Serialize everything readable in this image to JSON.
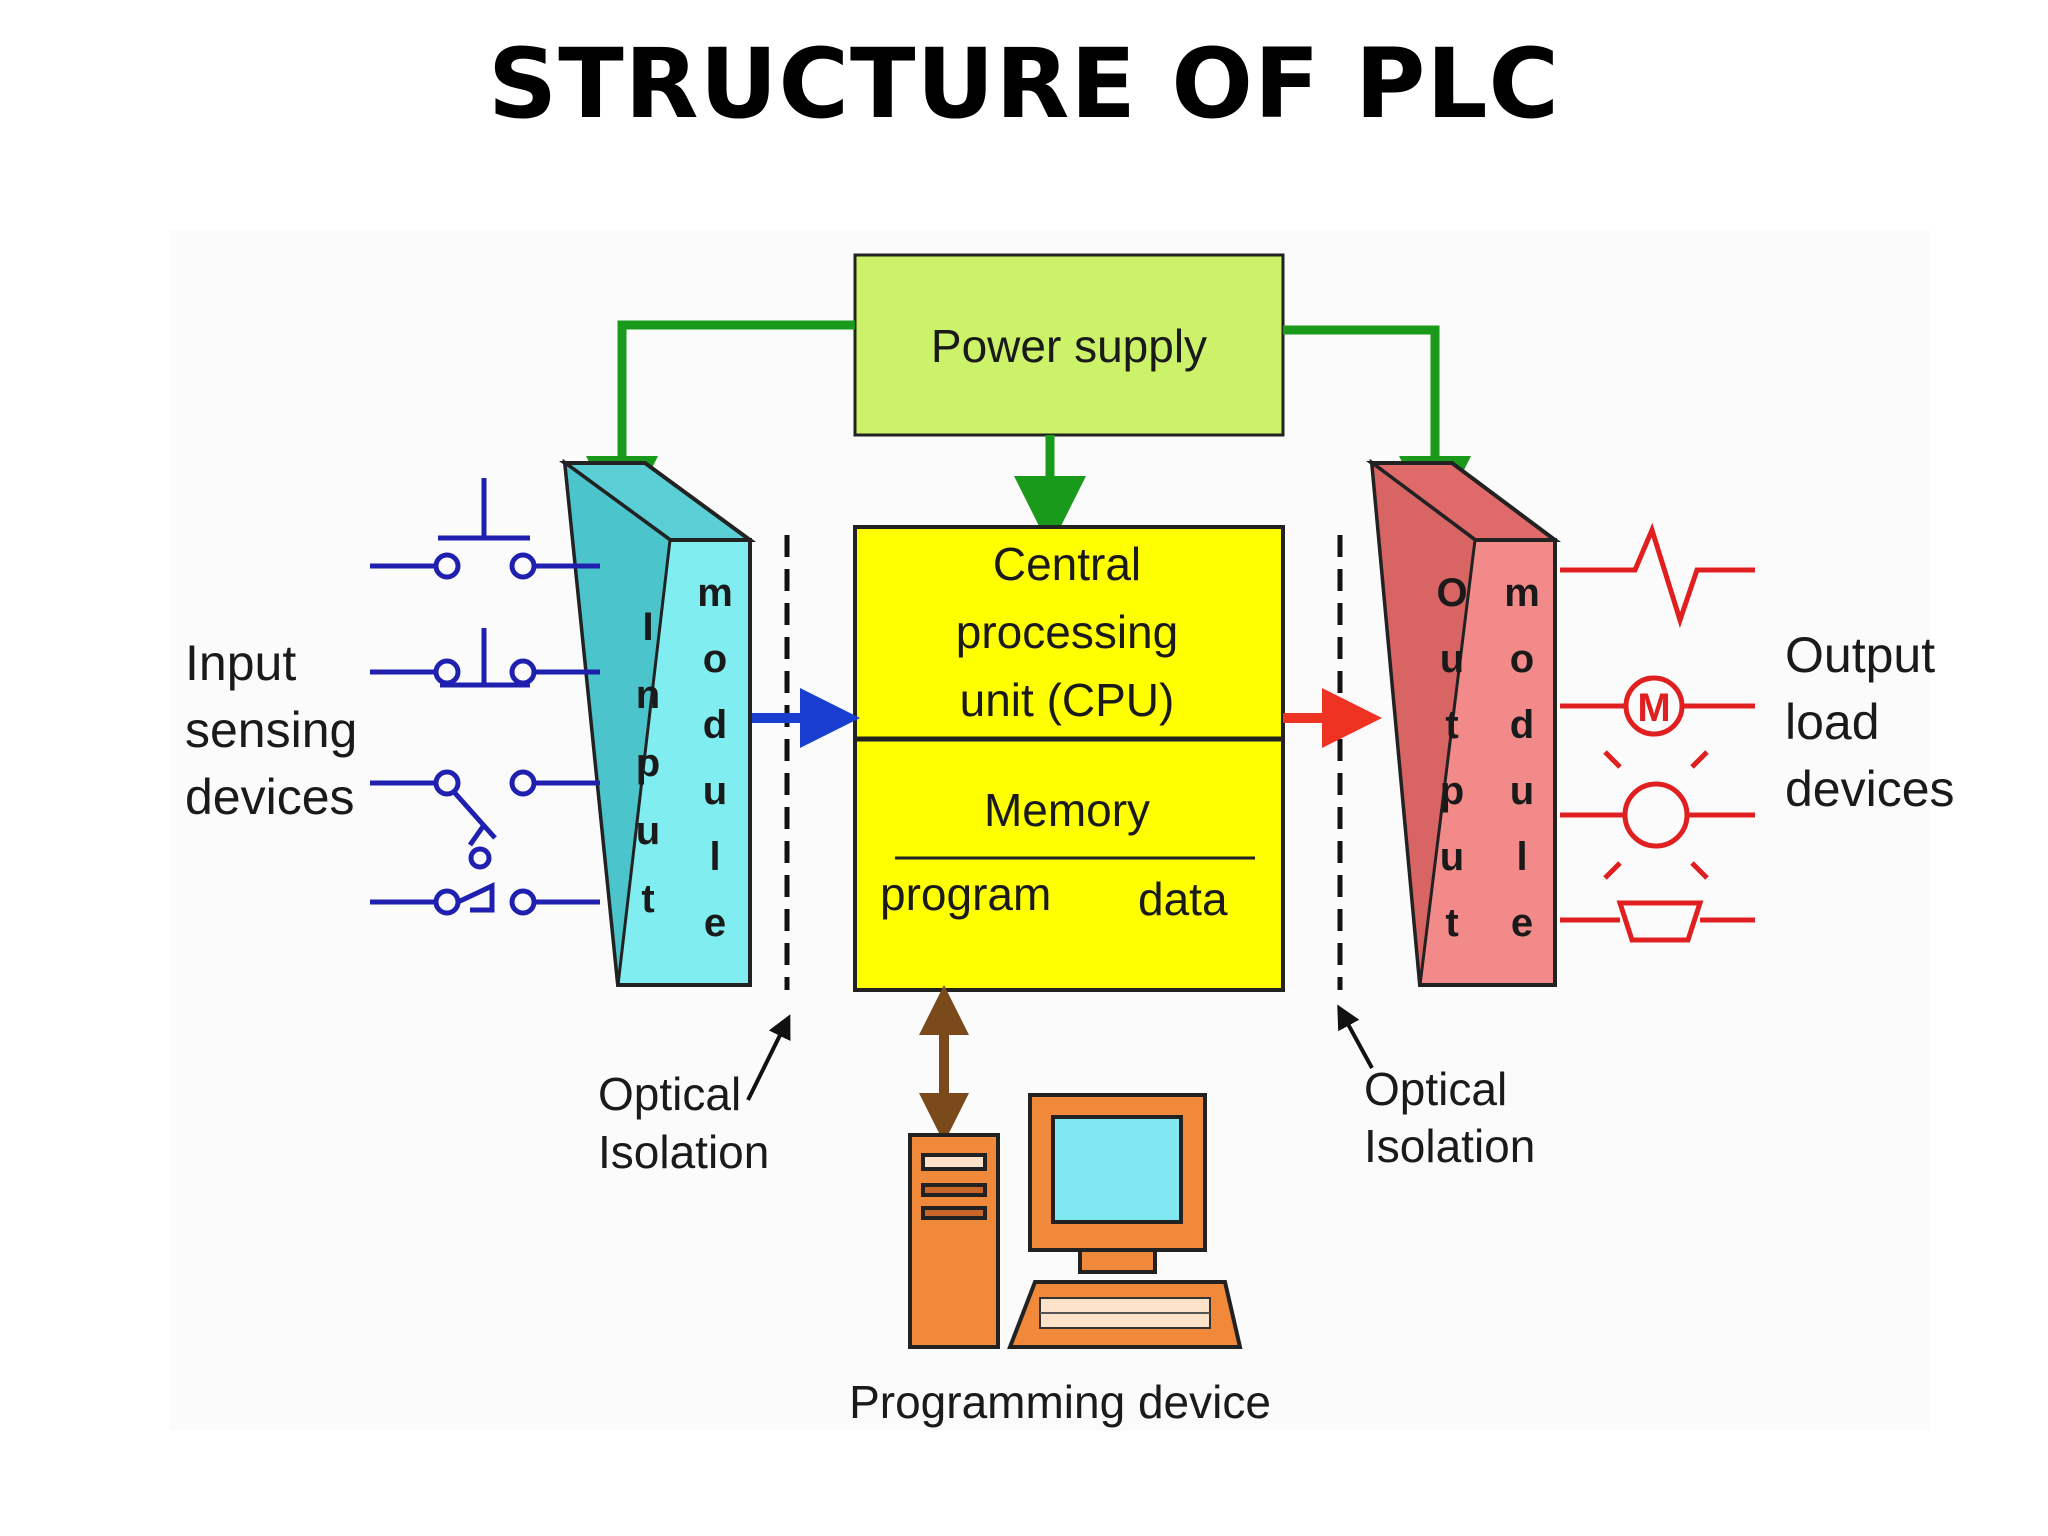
{
  "title": "STRUCTURE OF PLC",
  "blocks": {
    "power_supply": "Power supply",
    "cpu": [
      "Central",
      "processing",
      "unit (CPU)"
    ],
    "memory": "Memory",
    "memory_program": "program",
    "memory_data": "data",
    "input_module_word1": "Input",
    "input_module_word2": "module",
    "output_module_word1": "Output",
    "output_module_word2": "module"
  },
  "labels": {
    "input_devices": [
      "Input",
      "sensing",
      "devices"
    ],
    "output_devices": [
      "Output",
      "load",
      "devices"
    ],
    "optical_isolation_left": [
      "Optical",
      "Isolation"
    ],
    "optical_isolation_right": [
      "Optical",
      "Isolation"
    ],
    "programming_device": "Programming device"
  },
  "output_symbols": {
    "motor": "M"
  },
  "colors": {
    "power_supply_fill": "#ccf26a",
    "cpu_fill": "#ffff00",
    "input_module_fill": "#80eef0",
    "output_module_fill": "#f28a8a",
    "power_lines": "#1a9a1a",
    "input_arrow": "#1a3fd0",
    "output_arrow": "#ee3322",
    "input_devices": "#2020b0",
    "output_devices": "#e02020",
    "programming_arrow": "#7a4a1a",
    "computer": "#f08a3a",
    "screen": "#80e8f0"
  }
}
